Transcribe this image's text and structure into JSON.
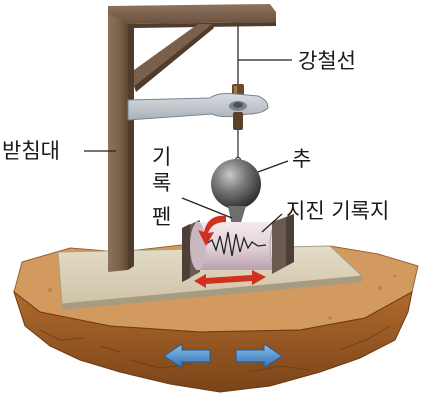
{
  "labels": {
    "steel_wire": "강철선",
    "support": "받침대",
    "weight": "추",
    "recording_pen_1": "기",
    "recording_pen_2": "록",
    "recording_pen_3": "펜",
    "seismograph_paper": "지진 기록지"
  },
  "colors": {
    "frame": "#7a5f4a",
    "frame_shadow": "#5a4535",
    "base": "#d7cfb8",
    "ground": "#c98a4a",
    "ground_dark": "#8a5528",
    "weight": "#6b6b6b",
    "drum": "#d9c8cf",
    "arrow_red": "#d2301f",
    "arrow_blue": "#3f86c6"
  },
  "icons": {
    "ground_motion": "double-headed-arrow-icon",
    "drum_rotation": "curved-arrow-icon"
  }
}
